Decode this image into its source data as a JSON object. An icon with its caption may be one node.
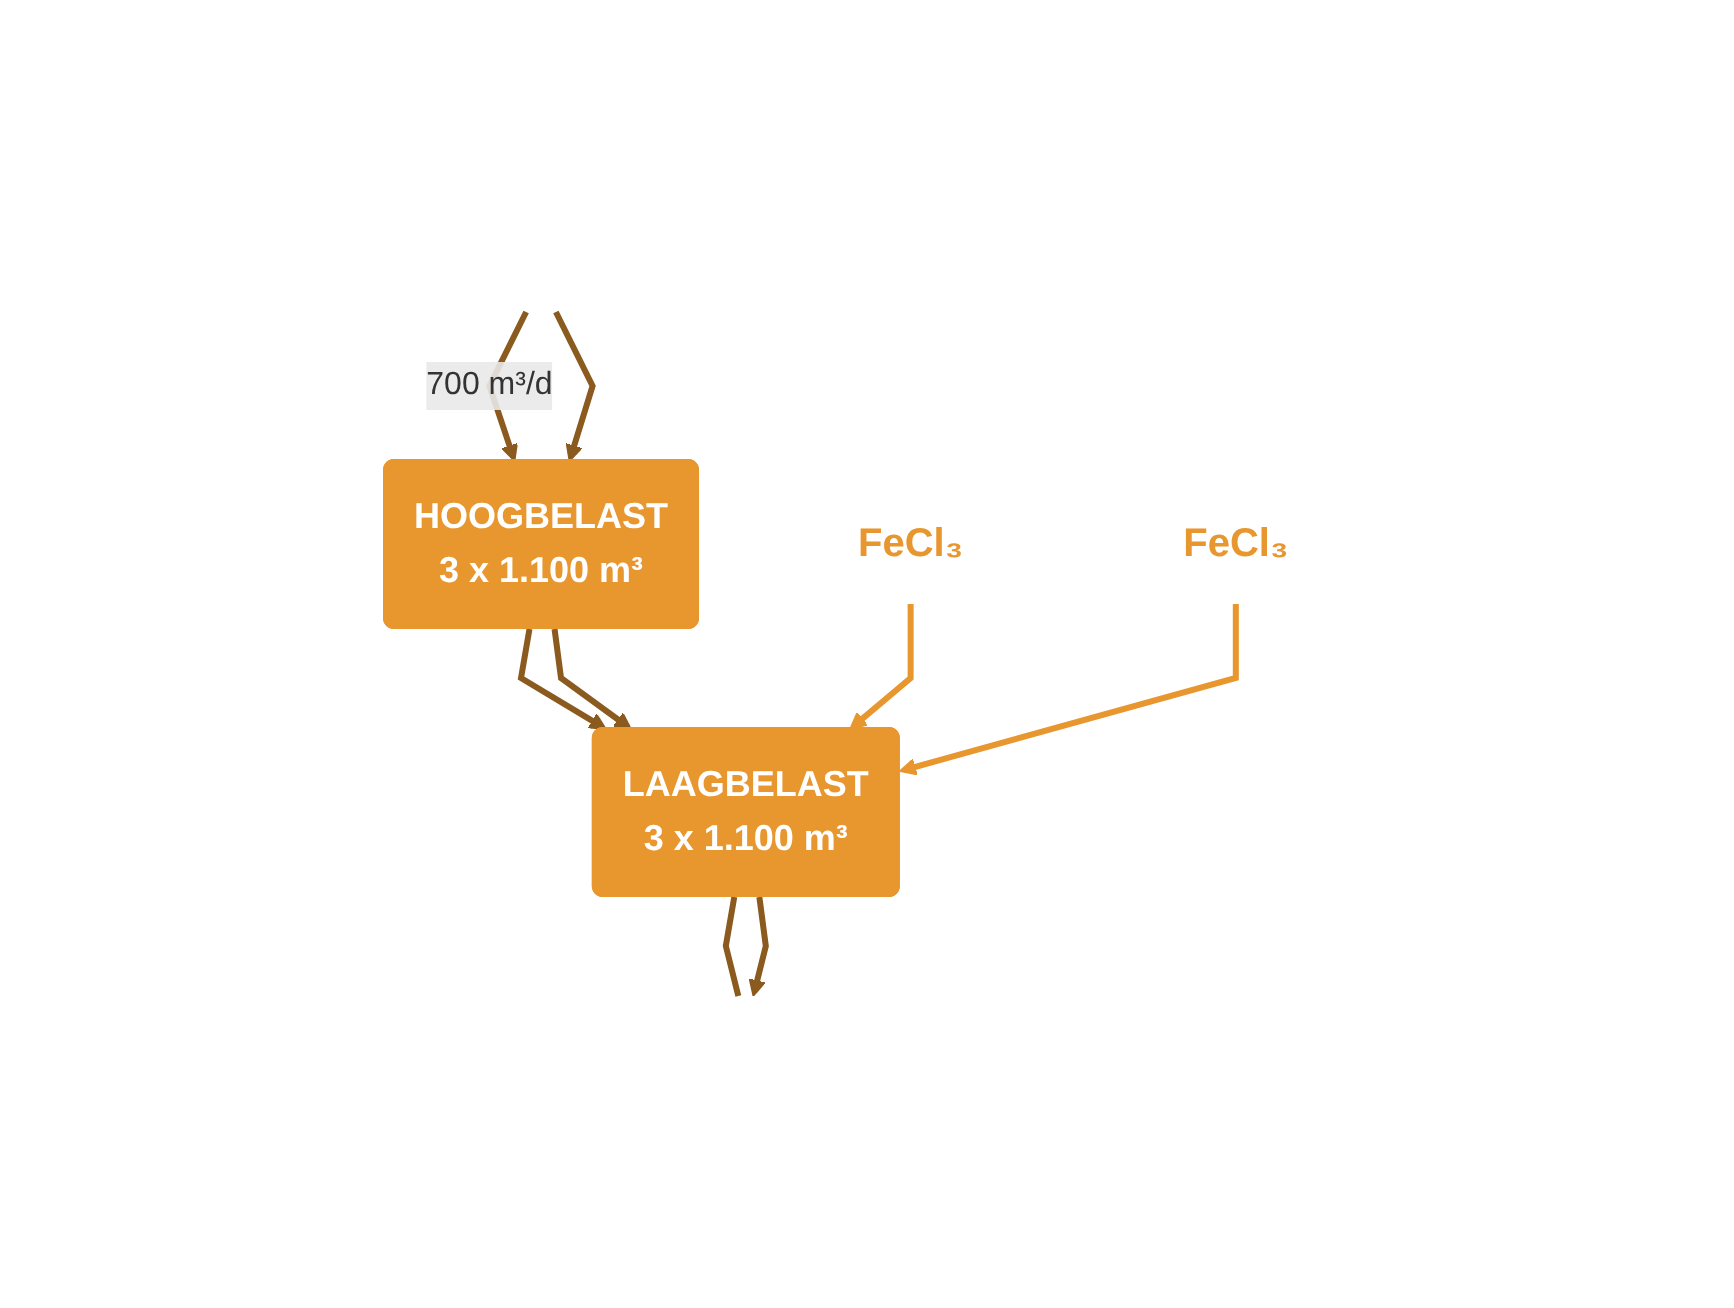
{
  "diagram": {
    "nodes": [
      {
        "text": [
          "HOOGBELAST",
          "3 x 1.100 m³"
        ]
      },
      {
        "text": [
          "LAAGBELAST",
          "3 x 1.100 m³"
        ]
      },
      {
        "text": [
          "FeCl₃"
        ]
      },
      {
        "text": [
          "FeCl₃"
        ]
      }
    ],
    "edges": [
      {
        "from": null,
        "to": 0,
        "arrow": "to",
        "label": "700 m³/d"
      },
      {
        "from": null,
        "to": 0,
        "arrow": "to"
      },
      {
        "from": 0,
        "to": 1,
        "arrow": "to"
      },
      {
        "from": 0,
        "to": 1,
        "arrow": "to"
      },
      {
        "from": 2,
        "to": 1,
        "arrow": "to",
        "color": "#e8962e"
      },
      {
        "from": 3,
        "to": 1,
        "arrow": "to",
        "color": "#e8962e"
      },
      {
        "from": 1,
        "to": null,
        "arrow": "none"
      },
      {
        "from": 1,
        "to": null,
        "arrow": "to"
      }
    ]
  }
}
